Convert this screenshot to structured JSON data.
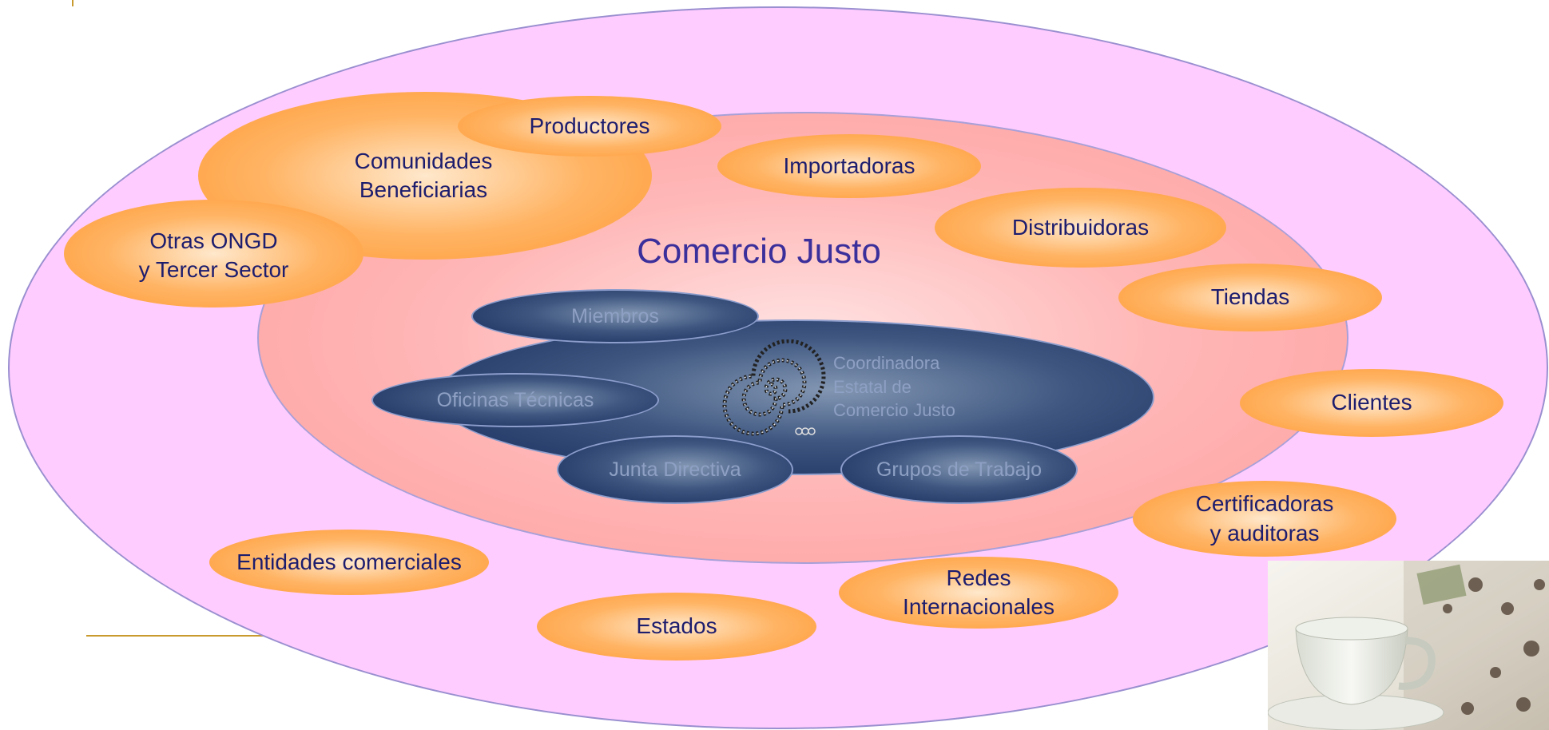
{
  "center_title": "Comercio Justo",
  "coordinadora": {
    "name": "Coordinadora\nEstatal de\nComercio Justo",
    "bodies": [
      "Miembros",
      "Oficinas Técnicas",
      "Junta Directiva",
      "Grupos de Trabajo"
    ]
  },
  "actors": [
    "Productores",
    "Comunidades\nBeneficiarias",
    "Otras ONGD\ny Tercer Sector",
    "Importadoras",
    "Distribuidoras",
    "Tiendas",
    "Clientes",
    "Certificadoras\ny auditoras",
    "Redes\nInternacionales",
    "Estados",
    "Entidades comerciales"
  ],
  "colors": {
    "outer_fill": "#ffccff",
    "middle_fill": "#ff9d9d",
    "dark_fill": "#15295a",
    "actor_fill": "#ff9a35",
    "actor_text": "#1d1d6e",
    "title_text": "#3b2f9b",
    "accent_line": "#c99a2e"
  },
  "icons": [
    "spiral-logo-icon",
    "coffee-cup-image"
  ]
}
